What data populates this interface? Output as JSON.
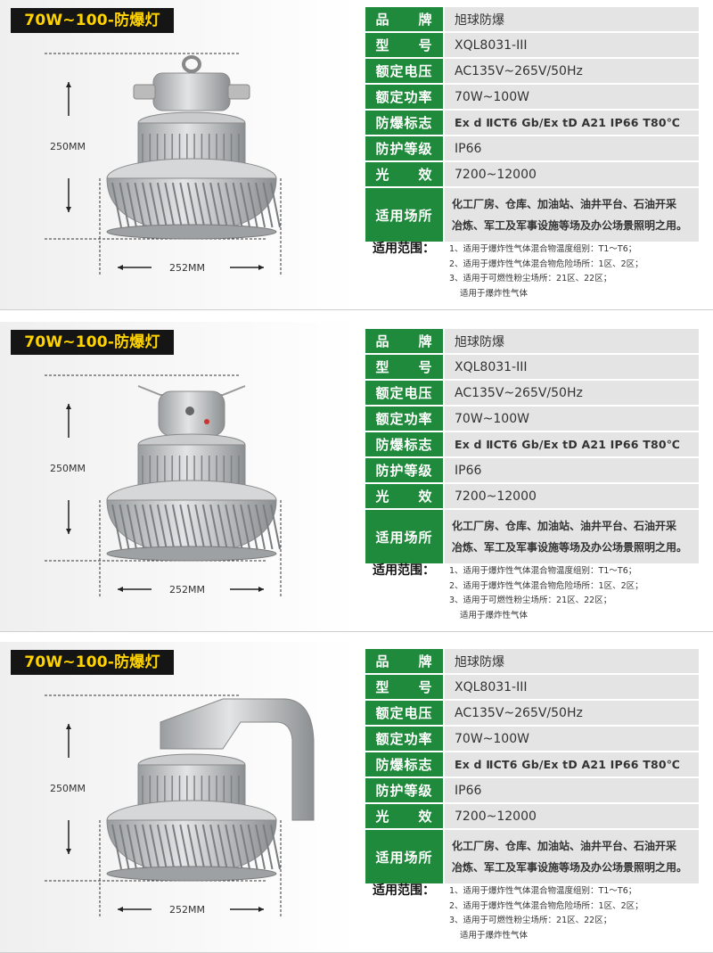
{
  "panels": [
    {
      "title": "70W~100-防爆灯",
      "variant": "ring-hook",
      "dimensions": {
        "height_label": "250MM",
        "width_label": "252MM"
      },
      "specs": [
        {
          "label": "品　　牌",
          "value": "旭球防爆"
        },
        {
          "label": "型　　号",
          "value": "XQL8031-III"
        },
        {
          "label": "额定电压",
          "value": "AC135V~265V/50Hz"
        },
        {
          "label": "额定功率",
          "value": "70W~100W"
        },
        {
          "label": "防爆标志",
          "value": "Ex d ⅡCT6 Gb/Ex tD A21 IP66 T80℃"
        },
        {
          "label": "防护等级",
          "value": "IP66"
        },
        {
          "label": "光　　效",
          "value": "7200~12000"
        },
        {
          "label": "适用场所",
          "value_lines": [
            "化工厂房、仓库、加油站、油井平台、石油开采",
            "冶炼、军工及军事设施等场及办公场景照明之用。"
          ]
        }
      ],
      "scope": {
        "title": "适用范围：",
        "items": [
          "1、适用于爆炸性气体混合物温度组别：T1～T6；",
          "2、适用于爆炸性气体混合物危险场所：1区、2区；",
          "3、适用于可燃性粉尘场所：21区、22区；",
          "适用于爆炸性气体"
        ]
      }
    },
    {
      "title": "70W~100-防爆灯",
      "variant": "bracket-hanger",
      "dimensions": {
        "height_label": "250MM",
        "width_label": "252MM"
      },
      "specs": [
        {
          "label": "品　　牌",
          "value": "旭球防爆"
        },
        {
          "label": "型　　号",
          "value": "XQL8031-III"
        },
        {
          "label": "额定电压",
          "value": "AC135V~265V/50Hz"
        },
        {
          "label": "额定功率",
          "value": "70W~100W"
        },
        {
          "label": "防爆标志",
          "value": "Ex d ⅡCT6 Gb/Ex tD A21 IP66 T80℃"
        },
        {
          "label": "防护等级",
          "value": "IP66"
        },
        {
          "label": "光　　效",
          "value": "7200~12000"
        },
        {
          "label": "适用场所",
          "value_lines": [
            "化工厂房、仓库、加油站、油井平台、石油开采",
            "冶炼、军工及军事设施等场及办公场景照明之用。"
          ]
        }
      ],
      "scope": {
        "title": "适用范围：",
        "items": [
          "1、适用于爆炸性气体混合物温度组别：T1～T6；",
          "2、适用于爆炸性气体混合物危险场所：1区、2区；",
          "3、适用于可燃性粉尘场所：21区、22区；",
          "适用于爆炸性气体"
        ]
      }
    },
    {
      "title": "70W~100-防爆灯",
      "variant": "wall-arm",
      "dimensions": {
        "height_label": "250MM",
        "width_label": "252MM"
      },
      "specs": [
        {
          "label": "品　　牌",
          "value": "旭球防爆"
        },
        {
          "label": "型　　号",
          "value": "XQL8031-III"
        },
        {
          "label": "额定电压",
          "value": "AC135V~265V/50Hz"
        },
        {
          "label": "额定功率",
          "value": "70W~100W"
        },
        {
          "label": "防爆标志",
          "value": "Ex d ⅡCT6 Gb/Ex tD A21 IP66 T80℃"
        },
        {
          "label": "防护等级",
          "value": "IP66"
        },
        {
          "label": "光　　效",
          "value": "7200~12000"
        },
        {
          "label": "适用场所",
          "value_lines": [
            "化工厂房、仓库、加油站、油井平台、石油开采",
            "冶炼、军工及军事设施等场及办公场景照明之用。"
          ]
        }
      ],
      "scope": {
        "title": "适用范围：",
        "items": [
          "1、适用于爆炸性气体混合物温度组别：T1～T6；",
          "2、适用于爆炸性气体混合物危险场所：1区、2区；",
          "3、适用于可燃性粉尘场所：21区、22区；",
          "适用于爆炸性气体"
        ]
      }
    }
  ],
  "colors": {
    "label_green": "#1f8a3b",
    "badge_yellow": "#ffd400",
    "badge_black": "#151515",
    "value_gray": "#e4e4e4"
  }
}
